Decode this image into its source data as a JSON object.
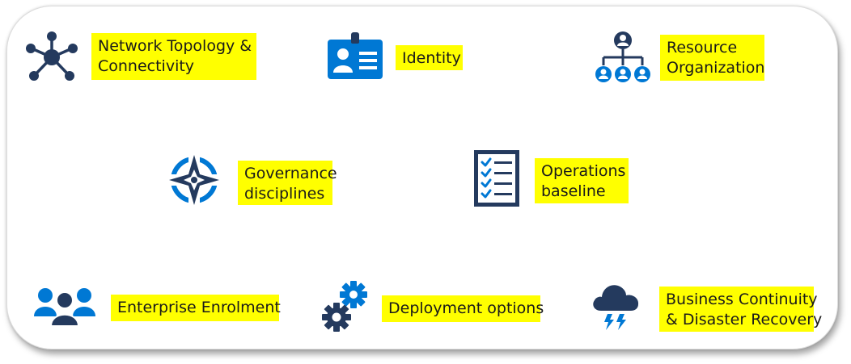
{
  "colors": {
    "navy": "#243a5e",
    "blue": "#0078d4",
    "highlight": "#ffff00",
    "text": "#1a1a1a"
  },
  "items": [
    {
      "label_lines": [
        "Network Topology &",
        "Connectivity"
      ],
      "icon": "network-hub-icon"
    },
    {
      "label_lines": [
        "Identity"
      ],
      "icon": "id-badge-icon"
    },
    {
      "label_lines": [
        "Resource",
        "Organization"
      ],
      "icon": "org-hierarchy-icon"
    },
    {
      "label_lines": [
        "Governance",
        "disciplines"
      ],
      "icon": "compass-icon"
    },
    {
      "label_lines": [
        "Operations",
        "baseline"
      ],
      "icon": "checklist-icon"
    },
    {
      "label_lines": [
        "Enterprise Enrolment"
      ],
      "icon": "users-group-icon"
    },
    {
      "label_lines": [
        "Deployment options"
      ],
      "icon": "gears-icon"
    },
    {
      "label_lines": [
        "Business Continuity",
        "& Disaster Recovery"
      ],
      "icon": "storm-cloud-icon"
    }
  ]
}
